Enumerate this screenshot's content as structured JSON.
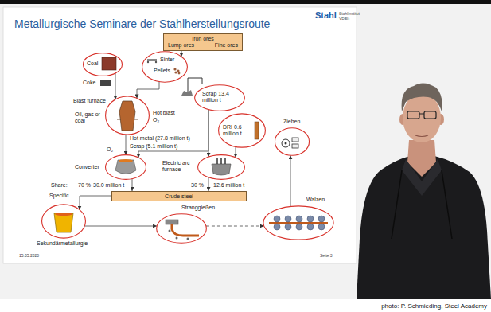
{
  "diagram": {
    "title": "Metallurgische Seminare der Stahlherstellungsroute",
    "caption": "photo: P. Schmieding, Steel Academy",
    "nodes": [
      {
        "text": [
          "Iron ores",
          "Lump ores",
          "Fine ores"
        ]
      },
      {
        "text": [
          "Coal"
        ]
      },
      {
        "text": [
          "Sinter",
          "Pellets"
        ]
      },
      {
        "text": [
          "Blast furnace"
        ]
      },
      {
        "text": [
          "Converter"
        ]
      },
      {
        "text": [
          "Scrap 13.4 million t"
        ]
      },
      {
        "text": [
          "DRI 0.6 million t"
        ]
      },
      {
        "text": [
          "Electric arc furnace"
        ]
      },
      {
        "text": [
          "Crude steel"
        ]
      },
      {
        "text": [
          "Sekundärmetallurgie"
        ]
      },
      {
        "text": [
          "Stranggießen"
        ]
      },
      {
        "text": [
          "Walzen"
        ]
      },
      {
        "text": [
          "Ziehen"
        ]
      }
    ],
    "edges": [
      {
        "from": 0,
        "to": 2,
        "arrow": "to"
      },
      {
        "from": 1,
        "to": 3,
        "arrow": "to"
      },
      {
        "from": 2,
        "to": 3,
        "arrow": "to"
      },
      {
        "from": 3,
        "to": 4,
        "arrow": "to"
      },
      {
        "from": 5,
        "to": 4,
        "arrow": "to"
      },
      {
        "from": 5,
        "to": 7,
        "arrow": "to"
      },
      {
        "from": 6,
        "to": 7,
        "arrow": "to"
      },
      {
        "from": 4,
        "to": 8,
        "arrow": "to"
      },
      {
        "from": 7,
        "to": 8,
        "arrow": "to"
      },
      {
        "from": 8,
        "to": 9,
        "arrow": "to"
      },
      {
        "from": 9,
        "to": 10,
        "arrow": "to"
      },
      {
        "from": 10,
        "to": 11,
        "arrow": "to"
      },
      {
        "from": 11,
        "to": 12,
        "arrow": "to"
      }
    ],
    "labels": [
      "Stahl",
      "Stahlinstitut VDEh",
      "Coke",
      "Oil, gas or coal",
      "Hot blast",
      "O₂",
      "Hot metal (27.8 million t)",
      "Scrap (5.1 million t)",
      "O₂",
      "Share:",
      "70 %",
      "30.0 million t",
      "30 %",
      "12.6 million t",
      "Specific",
      "15.05.2020",
      "Seite 3"
    ]
  }
}
